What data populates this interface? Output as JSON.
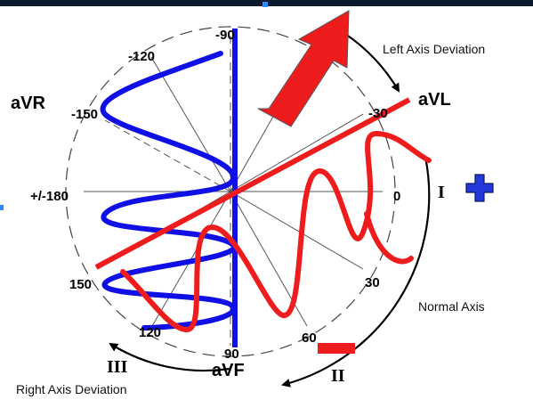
{
  "degrees": {
    "minus90": "-90",
    "minus120": "-120",
    "minus150": "-150",
    "minus30": "-30",
    "pm180": "+/-180",
    "zero": "0",
    "plus30": "30",
    "plus60": "60",
    "plus90": "90",
    "plus120": "120",
    "plus150": "150"
  },
  "leads": {
    "avr": "aVR",
    "avl": "aVL",
    "avf": "aVF",
    "lead_i": "I",
    "lead_ii": "II",
    "lead_iii": "III"
  },
  "captions": {
    "left_axis": "Left Axis Deviation",
    "normal_axis": "Normal Axis",
    "right_axis": "Right Axis Deviation"
  },
  "colors": {
    "red": "#ee1c1c",
    "blue": "#1010e6",
    "top_bar": "#0b1a2e",
    "plus_fill": "#2437d8"
  },
  "icons": {
    "plus": "plus-sign-icon",
    "minus": "minus-sign-icon"
  }
}
